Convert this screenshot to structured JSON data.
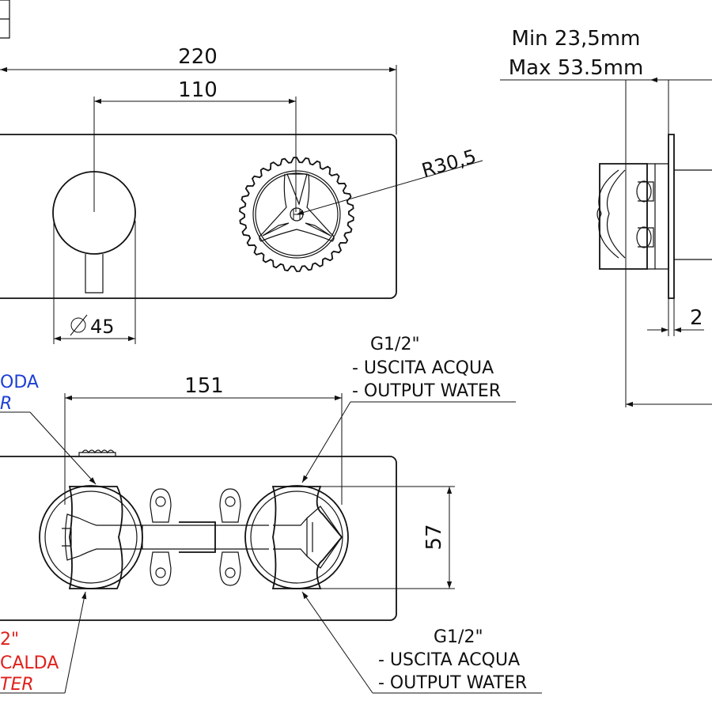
{
  "drawing": {
    "dimensions": {
      "width_220": "220",
      "spacing_110": "110",
      "radius": "R30,5",
      "diameter": "45",
      "spacing_151": "151",
      "height_57": "57",
      "offset_2": "2"
    },
    "depth": {
      "min": "Min 23,5mm",
      "max": "Max 53.5mm"
    },
    "cold_inlet": {
      "line1": "ODA",
      "line2": "R"
    },
    "hot_inlet": {
      "line1": "2\"",
      "line2": "CALDA",
      "line3": "TER"
    },
    "outlet_top": {
      "line1": "G1/2\"",
      "line2": "- USCITA ACQUA",
      "line3": "- OUTPUT WATER"
    },
    "outlet_bottom": {
      "line1": "G1/2\"",
      "line2": "- USCITA ACQUA",
      "line3": "- OUTPUT WATER"
    },
    "colors": {
      "cold": "#1d3fd6",
      "hot": "#e0201b",
      "line": "#111111"
    }
  }
}
